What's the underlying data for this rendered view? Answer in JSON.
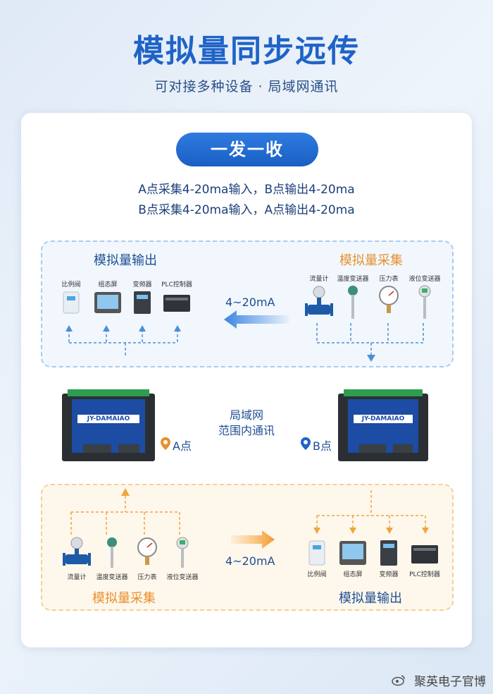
{
  "header": {
    "title": "模拟量同步远传",
    "subtitle": "可对接多种设备 · 局域网通讯"
  },
  "mode": {
    "pill": "一发一收",
    "line1": "A点采集4-20ma输入，B点输出4-20ma",
    "line2": "B点采集4-20ma输入，A点输出4-20ma"
  },
  "top_panel": {
    "output_title": "模拟量输出",
    "input_title": "模拟量采集",
    "signal": "4~20mA",
    "output_devices": [
      "比例阀",
      "组态屏",
      "变频器",
      "PLC控制器"
    ],
    "input_devices": [
      "流量计",
      "温度变送器",
      "压力表",
      "液位变送器"
    ]
  },
  "middle": {
    "network_line1": "局域网",
    "network_line2": "范围内通讯",
    "point_a": "A点",
    "point_b": "B点",
    "module_a_name": "JY-DAMAIAO",
    "module_b_name": "JY-DAMAIAO"
  },
  "bottom_panel": {
    "input_title": "模拟量采集",
    "output_title": "模拟量输出",
    "signal": "4~20mA",
    "input_devices": [
      "流量计",
      "温度变送器",
      "压力表",
      "液位变送器"
    ],
    "output_devices": [
      "比例阀",
      "组态屏",
      "变频器",
      "PLC控制器"
    ]
  },
  "watermark": "聚英电子官博",
  "colors": {
    "brand": "#1f63c8",
    "accent_orange": "#e8902b",
    "panel_blue": "#f1f7fd",
    "panel_orange": "#fef7ec"
  }
}
